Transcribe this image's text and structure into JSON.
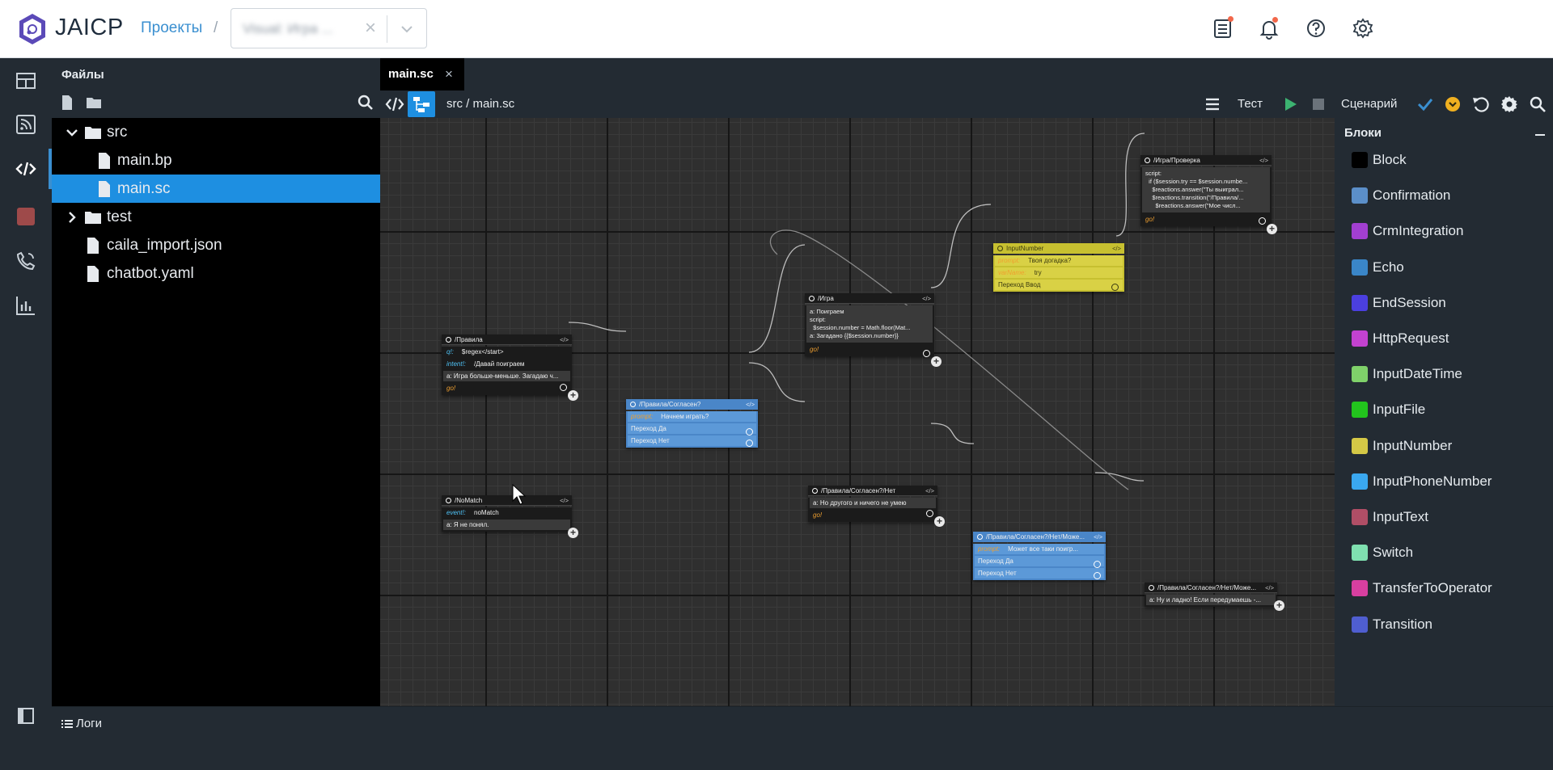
{
  "header": {
    "app_name": "JAICP",
    "breadcrumb_projects": "Проекты",
    "breadcrumb_sep": "/",
    "project_name": "Visual: Игра ...",
    "clear_symbol": "×"
  },
  "file_panel": {
    "title": "Файлы",
    "tree": [
      {
        "label": "src",
        "type": "folder",
        "expanded": true
      },
      {
        "label": "main.bp",
        "type": "file"
      },
      {
        "label": "main.sc",
        "type": "file",
        "selected": true
      },
      {
        "label": "test",
        "type": "folder",
        "expanded": false
      },
      {
        "label": "caila_import.json",
        "type": "file"
      },
      {
        "label": "chatbot.yaml",
        "type": "file"
      }
    ]
  },
  "tab": {
    "label": "main.sc",
    "close": "×"
  },
  "toolbar": {
    "path": "src / main.sc",
    "test_label": "Тест",
    "scenario_label": "Сценарий"
  },
  "nodes": {
    "pravila": {
      "title": "/Правила",
      "q_label": "q!:",
      "q_value": "$regex</start>",
      "intent_label": "intent!:",
      "intent_value": "/Давай поиграем",
      "answer": "a: Игра больше-меньше. Загадаю ч...",
      "go": "go!"
    },
    "soglasen": {
      "title": "/Правила/Согласен?",
      "prompt_label": "prompt:",
      "prompt_value": "Начнем играть?",
      "yes": "Переход Да",
      "no": "Переход Нет"
    },
    "igra": {
      "title": "/Игра",
      "lines": "a: Поиграем\nscript:\n  $session.number = Math.floor(Mat...\na: Загадано {{$session.number}}",
      "go": "go!"
    },
    "input_number": {
      "title": "InputNumber",
      "prompt_label": "prompt:",
      "prompt_value": "Твоя догадка?",
      "var_label": "varName:",
      "var_value": "try",
      "transition": "Переход Ввод"
    },
    "proverka": {
      "title": "/Игра/Проверка",
      "lines": "script:\n  if ($session.try == $session.numbe...\n    $reactions.answer(\"Ты выиграл...\n    $reactions.transition(\"/Правила/...\n      $reactions.answer(\"Мое числ...",
      "go": "go!"
    },
    "nomatch": {
      "title": "/NoMatch",
      "event_label": "event!:",
      "event_value": "noMatch",
      "answer": "a: Я не понял."
    },
    "soglasen_net": {
      "title": "/Правила/Согласен?/Нет",
      "answer": "a: Но другого и ничего не умею",
      "go": "go!"
    },
    "mozhet": {
      "title": "/Правила/Согласен?/Нет/Може...",
      "prompt_label": "prompt:",
      "prompt_value": "Может все таки поигр...",
      "yes": "Переход Да",
      "no": "Переход Нет"
    },
    "mozhet_net": {
      "title": "/Правила/Согласен?/Нет/Може...",
      "answer": "a: Ну и ладно! Если передумаешь -..."
    }
  },
  "palette": {
    "title": "Блоки",
    "blocks": [
      {
        "label": "Block",
        "color": "#000000"
      },
      {
        "label": "Confirmation",
        "color": "#5b8fc9"
      },
      {
        "label": "CrmIntegration",
        "color": "#a23fd1"
      },
      {
        "label": "Echo",
        "color": "#3a86c8"
      },
      {
        "label": "EndSession",
        "color": "#4b3fe0"
      },
      {
        "label": "HttpRequest",
        "color": "#c342d0"
      },
      {
        "label": "InputDateTime",
        "color": "#7fd16a"
      },
      {
        "label": "InputFile",
        "color": "#22c41d"
      },
      {
        "label": "InputNumber",
        "color": "#d4c846"
      },
      {
        "label": "InputPhoneNumber",
        "color": "#3aa8f0"
      },
      {
        "label": "InputText",
        "color": "#b04e66"
      },
      {
        "label": "Switch",
        "color": "#7fe0b0"
      },
      {
        "label": "TransferToOperator",
        "color": "#d83fa0"
      },
      {
        "label": "Transition",
        "color": "#4f5ed0"
      }
    ]
  },
  "footer": {
    "logs_label": "Логи"
  },
  "icons": {
    "rail": [
      "dashboard-icon",
      "rss-icon",
      "code-icon",
      "record-icon",
      "phone-call-icon",
      "analytics-icon",
      "panel-toggle-icon"
    ],
    "header": [
      "tasks-icon",
      "bell-icon",
      "help-icon",
      "gear-icon"
    ]
  },
  "colors": {
    "accent": "#1e8fe1",
    "play": "#3cb371",
    "check": "#3a8fd0",
    "warning": "#f0b020"
  }
}
